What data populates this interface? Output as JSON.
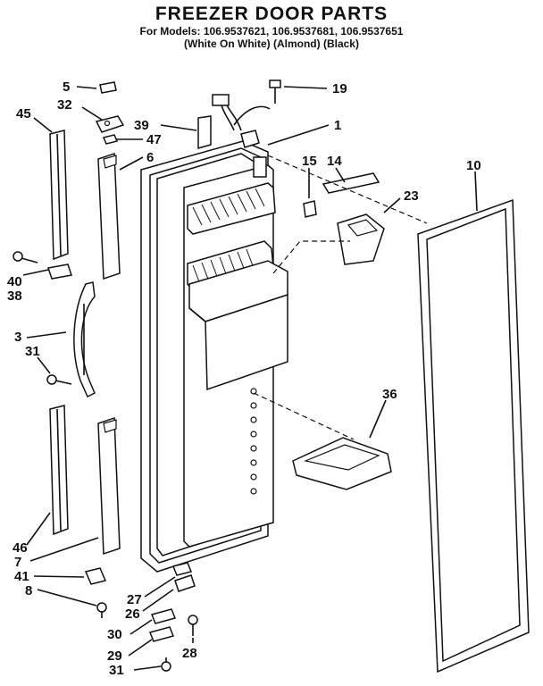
{
  "header": {
    "title": "FREEZER DOOR PARTS",
    "models": "For Models: 106.9537621, 106.9537681, 106.9537651",
    "finishes": "(White On White)  (Almond)   (Black)"
  },
  "callouts": [
    "5",
    "19",
    "32",
    "45",
    "39",
    "47",
    "1",
    "6",
    "15",
    "14",
    "10",
    "23",
    "40",
    "38",
    "3",
    "31",
    "36",
    "46",
    "7",
    "41",
    "8",
    "27",
    "26",
    "30",
    "29",
    "31",
    "28"
  ]
}
